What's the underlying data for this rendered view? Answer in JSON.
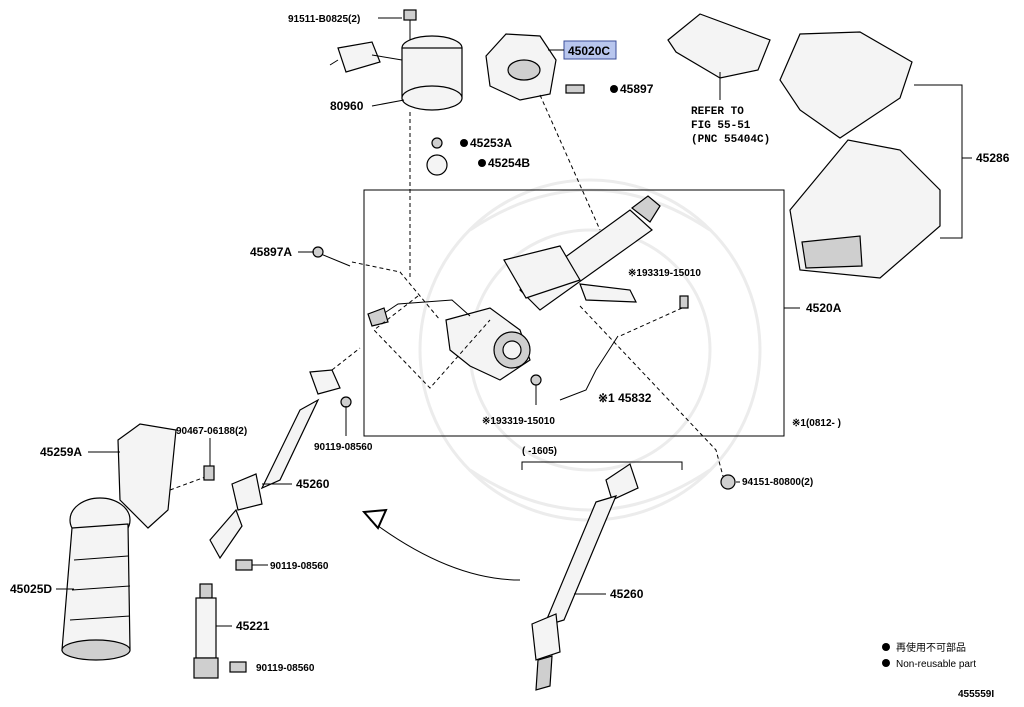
{
  "diagram_id": "455559I",
  "parts": {
    "bolt_top": "91511-B0825(2)",
    "motor": "80960",
    "highlighted": "45020C",
    "nut_45897": "45897",
    "gear_a": "45253A",
    "gear_b": "45254B",
    "bolt_45897a": "45897A",
    "column": "4520A",
    "cover": "45286",
    "clip_1": "※193319-15010",
    "clip_2": "※193319-15010",
    "wire_45832": "※1 45832",
    "bolt_90467": "90467-06188(2)",
    "bolt_90119_a": "90119-08560",
    "boot_45259a": "45259A",
    "shaft_45260_a": "45260",
    "shaft_45260_b": "45260",
    "seal_45025d": "45025D",
    "bolt_90119_b": "90119-08560",
    "shaft_45221": "45221",
    "bolt_90119_c": "90119-08560",
    "nut_94151": "94151-80800(2)"
  },
  "refer": {
    "line1": "REFER TO",
    "line2": "FIG 55-51",
    "line3": "(PNC 55404C)"
  },
  "notes": {
    "date_range": "※1(0812-     )",
    "shaft_range": "(     -1605)"
  },
  "legend": {
    "cn": "再使用不可部品",
    "en": "Non-reusable part"
  },
  "colors": {
    "highlight_fill": "#b8c6ee",
    "highlight_stroke": "#3b4f9a"
  }
}
